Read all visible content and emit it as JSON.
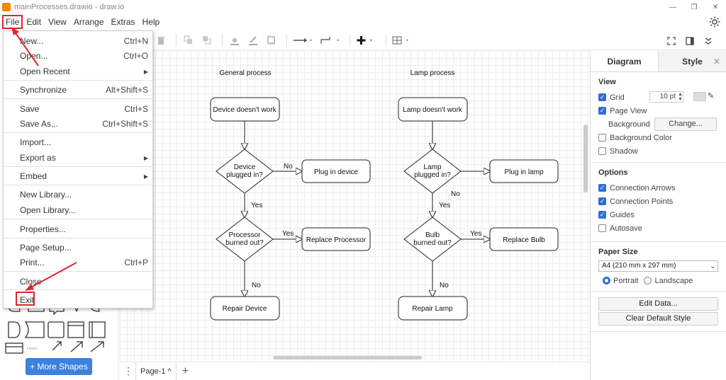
{
  "window": {
    "title": "mainProcesses.drawio - draw.io"
  },
  "menubar": {
    "items": [
      "File",
      "Edit",
      "View",
      "Arrange",
      "Extras",
      "Help"
    ]
  },
  "file_menu": {
    "new": {
      "label": "New...",
      "shortcut": "Ctrl+N"
    },
    "open": {
      "label": "Open...",
      "shortcut": "Ctrl+O"
    },
    "open_recent": {
      "label": "Open Recent"
    },
    "synchronize": {
      "label": "Synchronize",
      "shortcut": "Alt+Shift+S"
    },
    "save": {
      "label": "Save",
      "shortcut": "Ctrl+S"
    },
    "save_as": {
      "label": "Save As...",
      "shortcut": "Ctrl+Shift+S"
    },
    "import": {
      "label": "Import..."
    },
    "export_as": {
      "label": "Export as"
    },
    "embed": {
      "label": "Embed"
    },
    "new_library": {
      "label": "New Library..."
    },
    "open_library": {
      "label": "Open Library..."
    },
    "properties": {
      "label": "Properties..."
    },
    "page_setup": {
      "label": "Page Setup..."
    },
    "print": {
      "label": "Print...",
      "shortcut": "Ctrl+P"
    },
    "close": {
      "label": "Close"
    },
    "exit": {
      "label": "Exit"
    }
  },
  "sidebar": {
    "more_shapes": "+ More Shapes"
  },
  "diagram": {
    "general": {
      "heading": "General process",
      "start": "Device doesn't work",
      "decision1_a": "Device",
      "decision1_b": "plugged in?",
      "action1": "Plug in device",
      "decision2_a": "Processor",
      "decision2_b": "burned out?",
      "action2": "Replace Processor",
      "end": "Repair Device"
    },
    "lamp": {
      "heading": "Lamp process",
      "start": "Lamp doesn't work",
      "decision1_a": "Lamp",
      "decision1_b": "plugged in?",
      "action1": "Plug in lamp",
      "decision2_a": "Bulb",
      "decision2_b": "burned out?",
      "action2": "Replace Bulb",
      "end": "Repair Lamp"
    },
    "labels": {
      "yes": "Yes",
      "no": "No"
    }
  },
  "pagebar": {
    "page_tab": "Page-1 ^"
  },
  "right_panel": {
    "tabs": [
      "Diagram",
      "Style"
    ],
    "view": {
      "title": "View",
      "grid": "Grid",
      "grid_size": "10 pt",
      "page_view": "Page View",
      "background": "Background",
      "change_button": "Change...",
      "background_color": "Background Color",
      "shadow": "Shadow"
    },
    "options": {
      "title": "Options",
      "connection_arrows": "Connection Arrows",
      "connection_points": "Connection Points",
      "guides": "Guides",
      "autosave": "Autosave"
    },
    "paper": {
      "title": "Paper Size",
      "size": "A4 (210 mm x 297 mm)",
      "portrait": "Portrait",
      "landscape": "Landscape"
    },
    "buttons": {
      "edit_data": "Edit Data...",
      "clear_default_style": "Clear Default Style"
    }
  },
  "colors": {
    "annotation_red": "#e0242c",
    "accent_blue": "#3c82dd"
  }
}
